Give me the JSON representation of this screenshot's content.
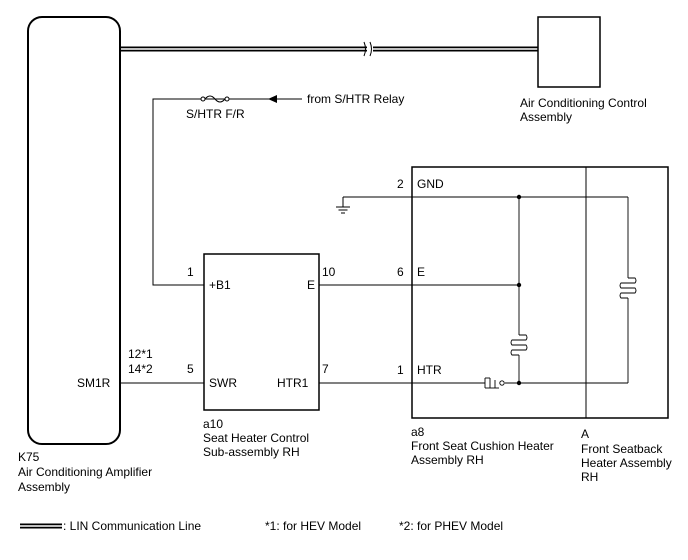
{
  "components": {
    "amplifier": {
      "code": "K75",
      "name_line1": "Air Conditioning Amplifier",
      "name_line2": "Assembly",
      "terminal": "SM1R"
    },
    "control": {
      "name_line1": "Air Conditioning Control",
      "name_line2": "Assembly"
    },
    "relay": {
      "fuse_label": "S/HTR F/R",
      "source_label": "from S/HTR Relay"
    },
    "seat_controller": {
      "code": "a10",
      "name_line1": "Seat Heater Control",
      "name_line2": "Sub-assembly RH",
      "term_b1": "+B1",
      "term_e": "E",
      "term_swr": "SWR",
      "term_htr1": "HTR1"
    },
    "cushion_heater": {
      "code": "a8",
      "name_line1": "Front Seat Cushion Heater",
      "name_line2": "Assembly RH",
      "term_gnd": "GND",
      "term_e": "E",
      "term_htr": "HTR"
    },
    "seatback_heater": {
      "code": "A",
      "name_line1": "Front Seatback",
      "name_line2": "Heater Assembly",
      "name_line3": "RH"
    }
  },
  "pins": {
    "amp_sm1r_hev": "12*1",
    "amp_sm1r_phev": "14*2",
    "ctrl_b1": "1",
    "ctrl_swr": "5",
    "ctrl_e": "10",
    "ctrl_htr1": "7",
    "cush_gnd": "2",
    "cush_e": "6",
    "cush_htr": "1"
  },
  "legend": {
    "lin_label": ": LIN Communication Line",
    "note1": "*1: for HEV Model",
    "note2": "*2: for PHEV Model"
  }
}
